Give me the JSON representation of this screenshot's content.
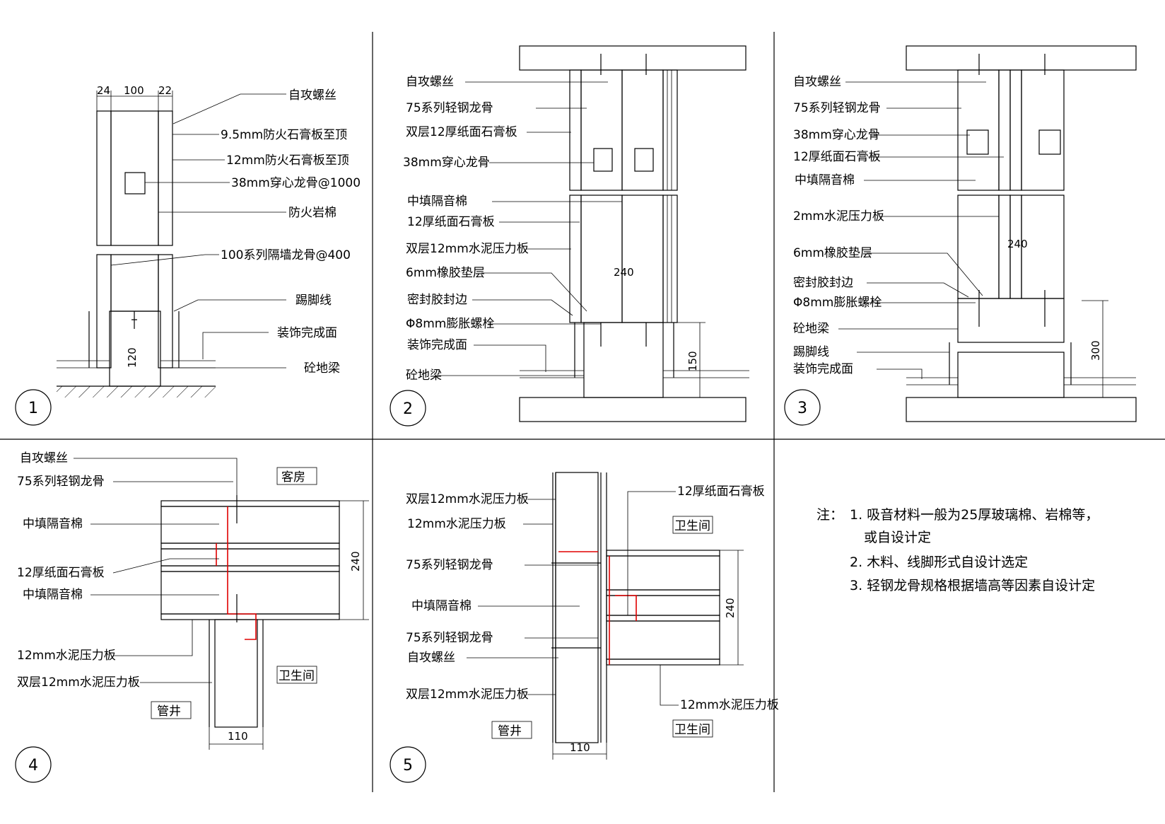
{
  "colors": {
    "line": "#000000",
    "accent": "#e00000",
    "background": "#ffffff"
  },
  "detail_numbers": [
    "1",
    "2",
    "3",
    "4",
    "5"
  ],
  "d1": {
    "dims": {
      "left": "24",
      "mid": "100",
      "right": "22",
      "height": "120"
    },
    "labels": [
      "自攻螺丝",
      "9.5mm防火石膏板至顶",
      "12mm防火石膏板至顶",
      "38mm穿心龙骨@1000",
      "防火岩棉",
      "100系列隔墙龙骨@400",
      "踢脚线",
      "装饰完成面",
      "砼地梁"
    ]
  },
  "d2": {
    "labels": [
      "自攻螺丝",
      "75系列轻钢龙骨",
      "双层12厚纸面石膏板",
      "38mm穿心龙骨",
      "中填隔音棉",
      "12厚纸面石膏板",
      "双层12mm水泥压力板",
      "6mm橡胶垫层",
      "密封胶封边",
      "Φ8mm膨胀螺栓",
      "装饰完成面",
      "砼地梁"
    ],
    "dims": {
      "width": "240",
      "height": "150"
    }
  },
  "d3": {
    "labels": [
      "自攻螺丝",
      "75系列轻钢龙骨",
      "38mm穿心龙骨",
      "12厚纸面石膏板",
      "中填隔音棉",
      "2mm水泥压力板",
      "6mm橡胶垫层",
      "密封胶封边",
      "Φ8mm膨胀螺栓",
      "砼地梁",
      "踢脚线",
      "装饰完成面"
    ],
    "dims": {
      "width": "240",
      "height": "300"
    }
  },
  "d4": {
    "labels": [
      "自攻螺丝",
      "75系列轻钢龙骨",
      "中填隔音棉",
      "12厚纸面石膏板",
      "中填隔音棉",
      "12mm水泥压力板",
      "双层12mm水泥压力板"
    ],
    "rooms": [
      "客房",
      "卫生间",
      "管井"
    ],
    "dims": {
      "height": "240",
      "width": "110"
    }
  },
  "d5": {
    "left_labels": [
      "双层12mm水泥压力板",
      "12mm水泥压力板",
      "75系列轻钢龙骨",
      "中填隔音棉",
      "75系列轻钢龙骨",
      "自攻螺丝",
      "双层12mm水泥压力板"
    ],
    "right_labels": [
      "12厚纸面石膏板",
      "12mm水泥压力板"
    ],
    "rooms": [
      "卫生间",
      "管井",
      "卫生间"
    ],
    "dims": {
      "height": "240",
      "width": "110"
    }
  },
  "notes": {
    "prefix": "注：",
    "items": [
      "1. 吸音材料一般为25厚玻璃棉、岩棉等，",
      "或自设计定",
      "2. 木料、线脚形式自设计选定",
      "3. 轻钢龙骨规格根据墙高等因素自设计定"
    ]
  }
}
